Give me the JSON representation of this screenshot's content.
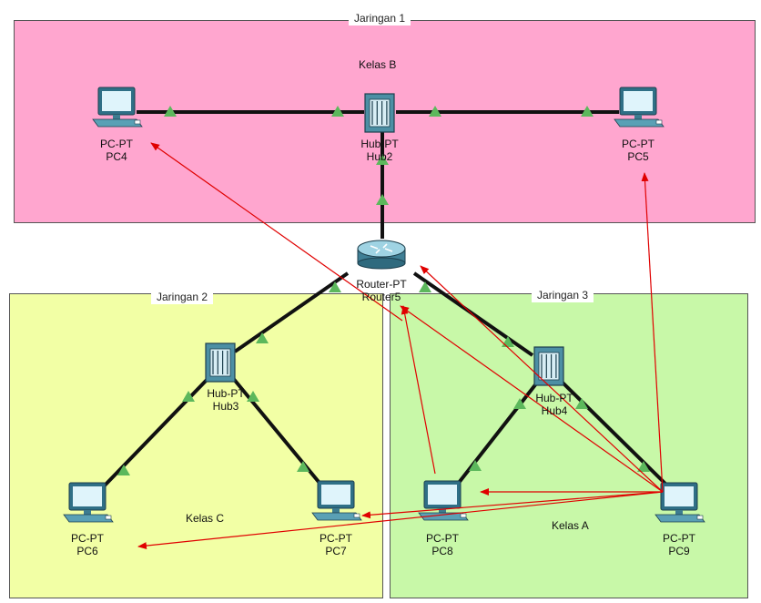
{
  "zones": [
    {
      "id": "jaringan1",
      "label": "Jaringan 1",
      "fill": "#ffa6cf"
    },
    {
      "id": "jaringan2",
      "label": "Jaringan 2",
      "fill": "#f2ffa5"
    },
    {
      "id": "jaringan3",
      "label": "Jaringan 3",
      "fill": "#c8f8a8"
    }
  ],
  "class_labels": [
    "Kelas B",
    "Kelas C",
    "Kelas A"
  ],
  "devices": [
    {
      "id": "pc4",
      "type": "PC-PT",
      "name": "PC4"
    },
    {
      "id": "hub2",
      "type": "Hub-PT",
      "name": "Hub2"
    },
    {
      "id": "pc5",
      "type": "PC-PT",
      "name": "PC5"
    },
    {
      "id": "router5",
      "type": "Router-PT",
      "name": "Router5"
    },
    {
      "id": "hub3",
      "type": "Hub-PT",
      "name": "Hub3"
    },
    {
      "id": "hub4",
      "type": "Hub-PT",
      "name": "Hub4"
    },
    {
      "id": "pc6",
      "type": "PC-PT",
      "name": "PC6"
    },
    {
      "id": "pc7",
      "type": "PC-PT",
      "name": "PC7"
    },
    {
      "id": "pc8",
      "type": "PC-PT",
      "name": "PC8"
    },
    {
      "id": "pc9",
      "type": "PC-PT",
      "name": "PC9"
    }
  ],
  "links": [
    [
      "pc4",
      "hub2"
    ],
    [
      "hub2",
      "pc5"
    ],
    [
      "hub2",
      "router5"
    ],
    [
      "router5",
      "hub3"
    ],
    [
      "router5",
      "hub4"
    ],
    [
      "hub3",
      "pc6"
    ],
    [
      "hub3",
      "pc7"
    ],
    [
      "hub4",
      "pc8"
    ],
    [
      "hub4",
      "pc9"
    ]
  ],
  "colors": {
    "link": "#111111",
    "link_indicator": "#5cb85c",
    "arrow": "#e00000"
  }
}
